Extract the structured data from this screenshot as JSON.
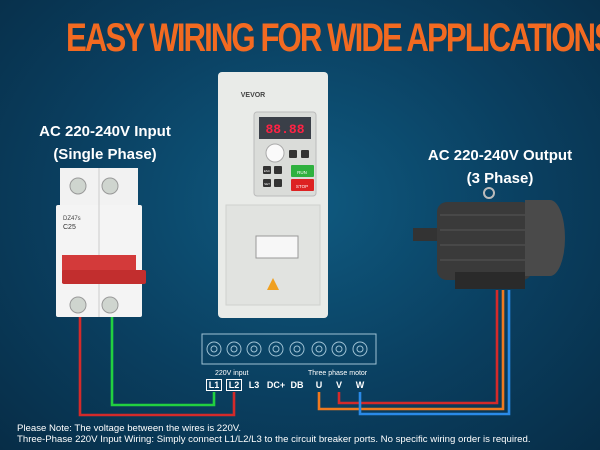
{
  "title": "EASY WIRING FOR WIDE APPLICATIONS",
  "input_label": {
    "line1": "AC 220-240V Input",
    "line2": "(Single Phase)"
  },
  "output_label": {
    "line1": "AC 220-240V Output",
    "line2": "(3 Phase)"
  },
  "vfd": {
    "brand": "VEVOR",
    "display": "88.88",
    "run": "RUN",
    "stop": "STOP",
    "esc": "ESC",
    "set": "SET"
  },
  "breaker": {
    "model": "DZ47s",
    "rating": "C25"
  },
  "terminal": {
    "input_caption": "220V input",
    "motor_caption": "Three phase motor",
    "labels": [
      "L1",
      "L2",
      "L3",
      "DC+",
      "DB",
      "U",
      "V",
      "W"
    ]
  },
  "notes": [
    "Please Note: The voltage between the wires is 220V.",
    "Three-Phase 220V Input Wiring: Simply connect L1/L2/L3 to the circuit breaker ports. No specific wiring order is required."
  ],
  "colors": {
    "title": "#f26a21",
    "red": "#d42a2a",
    "green": "#22d040",
    "orange": "#f07a20",
    "blue": "#2a8ae8"
  }
}
